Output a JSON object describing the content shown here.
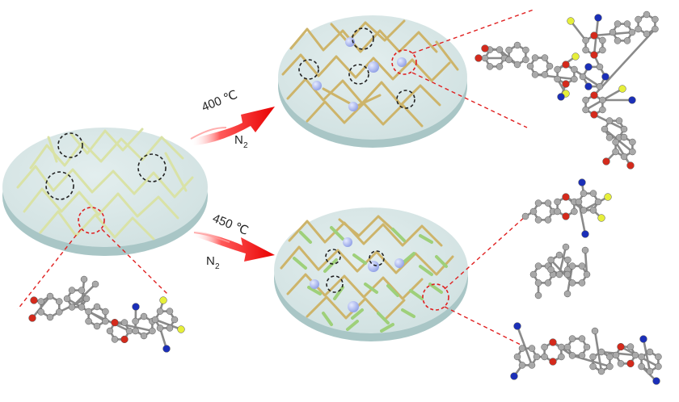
{
  "labels": {
    "upper_temp": "400 ℃",
    "upper_gas": "N",
    "upper_gas_sub": "2",
    "lower_temp": "450 ℃",
    "lower_gas": "N",
    "lower_gas_sub": "2"
  },
  "colors": {
    "disk_top": "#d6e6e6",
    "disk_side": "#a9c6c6",
    "chain_precursor": "#d9e2a6",
    "chain_product": "#cdb46a",
    "crosslink_node": "#aab8ee",
    "fragment_green": "#9ed07a",
    "arrow_red": "#ee1111",
    "guide_red": "#e02020",
    "atom_carbon": "#a9a9a9",
    "atom_oxygen": "#d42a1c",
    "atom_nitrogen": "#1b2fb8",
    "atom_fluorine": "#e6ef3a"
  },
  "icons": {
    "thermal_arrow": "flame-arrow-icon",
    "pore_marker": "dashed-circle-icon",
    "molecule": "ball-and-stick-icon"
  }
}
